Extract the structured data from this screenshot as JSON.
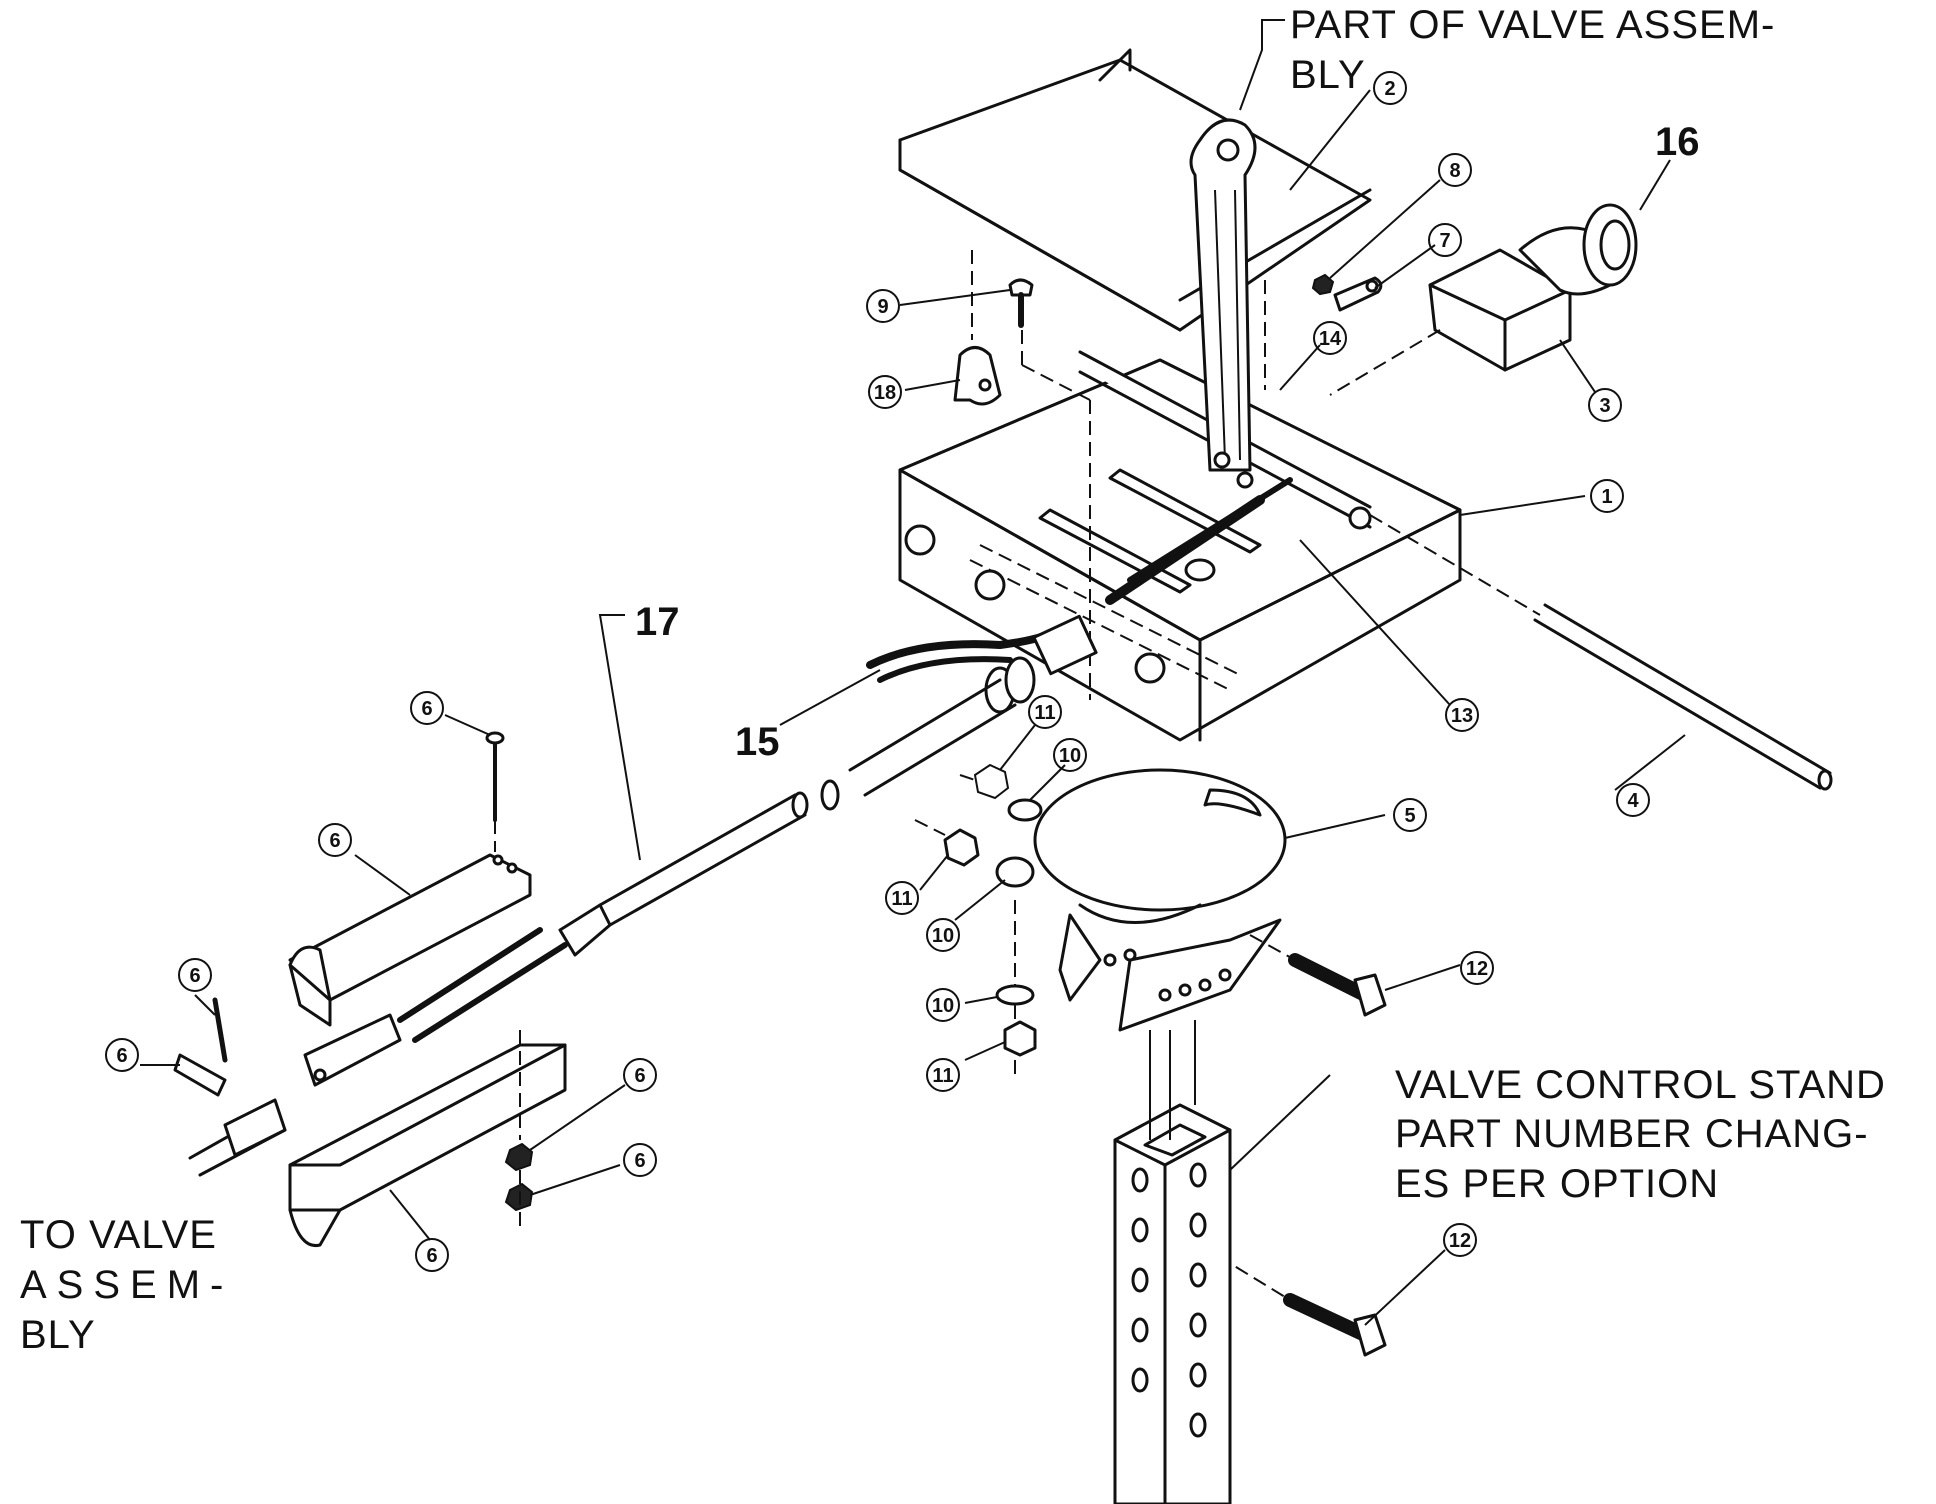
{
  "labels": {
    "valve_assembly_top_line1": "PART OF VALVE ASSEM-",
    "valve_assembly_top_line2": "BLY",
    "stand_line1": "VALVE CONTROL STAND",
    "stand_line2": "PART  NUMBER  CHANG-",
    "stand_line3": "ES PER OPTION",
    "to_valve_line1": "TO VALVE",
    "to_valve_line2": "ASSEM-",
    "to_valve_line3": "BLY"
  },
  "parts": {
    "p1": "1",
    "p2": "2",
    "p3": "3",
    "p4": "4",
    "p5": "5",
    "p6": "6",
    "p7": "7",
    "p8": "8",
    "p9": "9",
    "p10": "10",
    "p11": "11",
    "p12": "12",
    "p13": "13",
    "p14": "14",
    "p15": "15",
    "p16": "16",
    "p17": "17",
    "p18": "18"
  }
}
